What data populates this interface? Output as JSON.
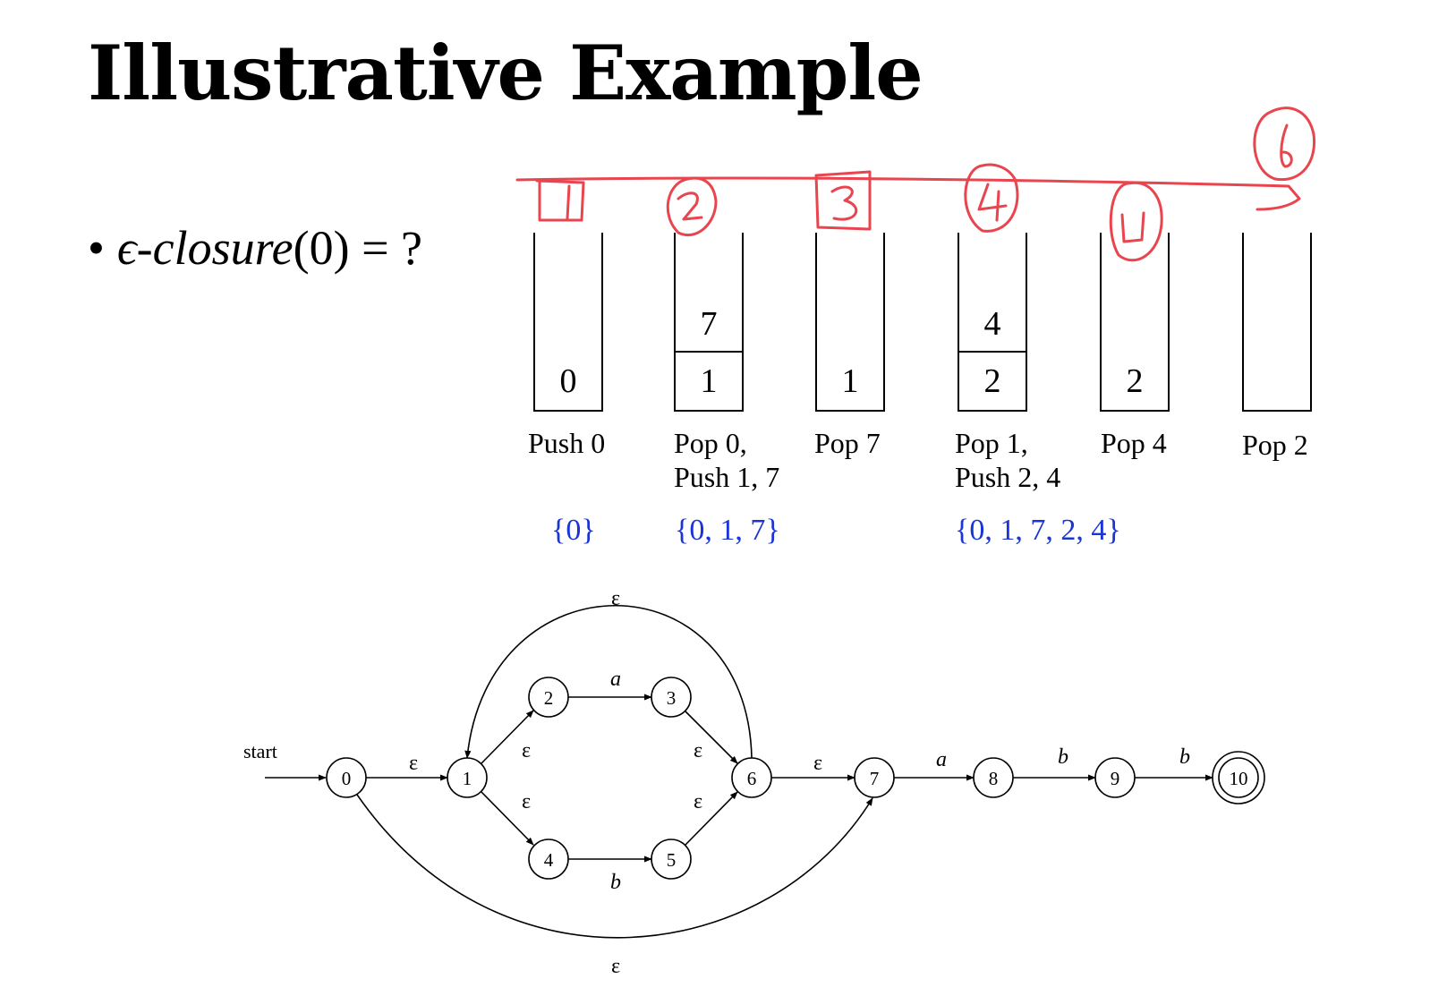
{
  "slide": {
    "title": "Illustrative Example",
    "bullet": {
      "dot": "•",
      "fn": "ϵ-closure",
      "arg": "(0) = ?"
    }
  },
  "stacks": [
    {
      "cells": [
        "0"
      ],
      "operation": "Push 0",
      "set": "{0}"
    },
    {
      "cells": [
        "1",
        "7"
      ],
      "operation": "Pop 0,\nPush 1, 7",
      "set": "{0, 1, 7}"
    },
    {
      "cells": [
        "1"
      ],
      "operation": "Pop 7",
      "set": ""
    },
    {
      "cells": [
        "2",
        "4"
      ],
      "operation": "Pop 1,\nPush 2, 4",
      "set": "{0, 1, 7, 2, 4}"
    },
    {
      "cells": [
        "2"
      ],
      "operation": "Pop 4",
      "set": ""
    },
    {
      "cells": [],
      "operation": "Pop 2",
      "set": ""
    }
  ],
  "annotations": {
    "color": "#e8454f",
    "step_marks": [
      "1",
      "2",
      "3",
      "4",
      "5",
      "6"
    ]
  },
  "nfa": {
    "start_label": "start",
    "states": [
      "0",
      "1",
      "2",
      "3",
      "4",
      "5",
      "6",
      "7",
      "8",
      "9",
      "10"
    ],
    "accepting": [
      "10"
    ],
    "edges": [
      {
        "from": "0",
        "to": "1",
        "label": "ε"
      },
      {
        "from": "1",
        "to": "2",
        "label": "ε"
      },
      {
        "from": "1",
        "to": "4",
        "label": "ε"
      },
      {
        "from": "2",
        "to": "3",
        "label": "a"
      },
      {
        "from": "4",
        "to": "5",
        "label": "b"
      },
      {
        "from": "3",
        "to": "6",
        "label": "ε"
      },
      {
        "from": "5",
        "to": "6",
        "label": "ε"
      },
      {
        "from": "6",
        "to": "7",
        "label": "ε"
      },
      {
        "from": "6",
        "to": "1",
        "label": "ε"
      },
      {
        "from": "0",
        "to": "7",
        "label": "ε"
      },
      {
        "from": "7",
        "to": "8",
        "label": "a"
      },
      {
        "from": "8",
        "to": "9",
        "label": "b"
      },
      {
        "from": "9",
        "to": "10",
        "label": "b"
      }
    ]
  },
  "colors": {
    "set_text": "#1a35d6",
    "ink": "#000000"
  }
}
